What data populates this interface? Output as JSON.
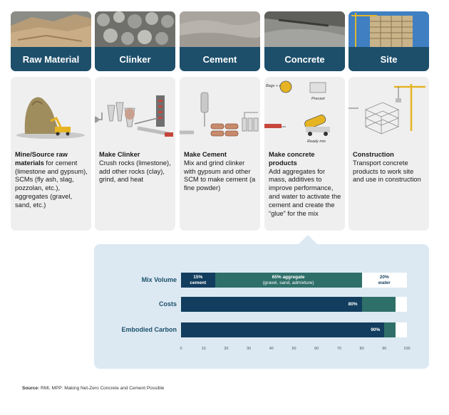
{
  "stages": [
    {
      "label": "Raw Material",
      "heading": "Mine/Source raw materials",
      "body": " for cement (limestone and gypsum), SCMs (fly ash, slag, pozzolan, etc.), aggregates (gravel, sand, etc.)"
    },
    {
      "label": "Clinker",
      "heading": "Make Clinker",
      "body": "Crush rocks (limestone), add other rocks (clay), grind, and heat"
    },
    {
      "label": "Cement",
      "heading": "Make Cement",
      "body": "Mix and grind clinker with gypsum and other SCM to make cement (a fine powder)"
    },
    {
      "label": "Concrete",
      "heading": "Make concrete products",
      "body": "Add aggregates for mass, additives to improve performance, and water to activate the cement and create the “glue” for the mix"
    },
    {
      "label": "Site",
      "heading": "Construction",
      "body": "Transport concrete products to work site and use in construction"
    }
  ],
  "illustration_labels": {
    "bags": "Bags + mixing",
    "precast": "Precast",
    "ready_mix": "Ready mix"
  },
  "chart_data": {
    "type": "bar",
    "orientation": "horizontal-stacked",
    "categories": [
      "Mix Volume",
      "Costs",
      "Embodied Carbon"
    ],
    "xlim": [
      0,
      100
    ],
    "x_ticks": [
      "0",
      "10",
      "20",
      "30",
      "40",
      "50",
      "60",
      "70",
      "80",
      "90",
      "100"
    ],
    "rows": [
      {
        "category": "Mix Volume",
        "segments": [
          {
            "value": 15,
            "label": "15%",
            "sublabel": "cement",
            "color": "#123d5e"
          },
          {
            "value": 65,
            "label": "65% aggregate",
            "sublabel": "(gravel, sand, admixture)",
            "color": "#2f6f6a"
          },
          {
            "value": 20,
            "label": "20%",
            "sublabel": "water",
            "color": "#ffffff"
          }
        ]
      },
      {
        "category": "Costs",
        "segments": [
          {
            "value": 80,
            "label": "80%",
            "sublabel": "",
            "color": "#123d5e"
          },
          {
            "value": 15,
            "label": "",
            "sublabel": "",
            "color": "#2f6f6a"
          },
          {
            "value": 5,
            "label": "",
            "sublabel": "",
            "color": "#ffffff"
          }
        ]
      },
      {
        "category": "Embodied Carbon",
        "segments": [
          {
            "value": 90,
            "label": "90%",
            "sublabel": "",
            "color": "#123d5e"
          },
          {
            "value": 5,
            "label": "",
            "sublabel": "",
            "color": "#2f6f6a"
          },
          {
            "value": 5,
            "label": "",
            "sublabel": "",
            "color": "#ffffff"
          }
        ]
      }
    ],
    "row_background": "#c3d7e6"
  },
  "source": {
    "label": "Source:",
    "text": " RMI, MPP: Making Net-Zero Concrete and Cement Possible"
  },
  "colors": {
    "band": "#1d4f6b",
    "card": "#efefef",
    "panel": "#dce9f3"
  }
}
